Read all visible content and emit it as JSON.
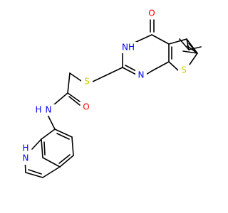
{
  "atom_colors": {
    "N": "#0000FF",
    "O": "#FF0000",
    "S": "#CCCC00"
  },
  "labels": {
    "o_keto": "O",
    "nh_ring": "NH",
    "s_thio": "S",
    "s_thioether": "S",
    "n_ring": "N",
    "o_amide": "O",
    "n_amide": "N",
    "h_amide": "H",
    "h_indole": "H",
    "n_indole": "N"
  }
}
